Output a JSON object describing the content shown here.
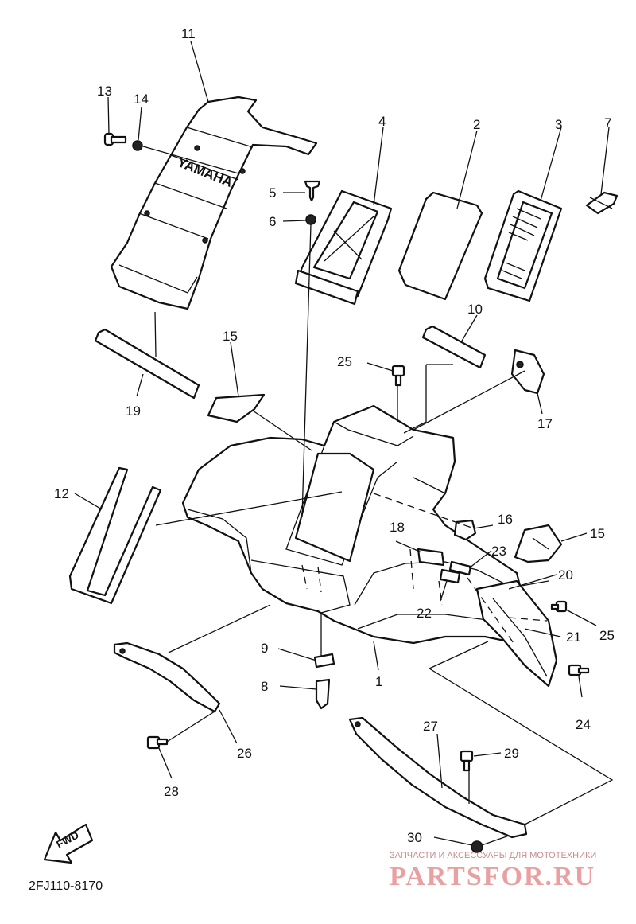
{
  "diagram_code": "2FJ110-8170",
  "fwd_label": "FWD",
  "watermark": {
    "tagline": "ЗАПЧАСТИ И АКСЕССУАРЫ ДЛЯ МОТОТЕХНИКИ",
    "site": "PARTSFOR.RU"
  },
  "brand_text": "YAMAHA",
  "callouts": [
    {
      "id": "1",
      "label": "1"
    },
    {
      "id": "2",
      "label": "2"
    },
    {
      "id": "3",
      "label": "3"
    },
    {
      "id": "4",
      "label": "4"
    },
    {
      "id": "5",
      "label": "5"
    },
    {
      "id": "6",
      "label": "6"
    },
    {
      "id": "7",
      "label": "7"
    },
    {
      "id": "8",
      "label": "8"
    },
    {
      "id": "9",
      "label": "9"
    },
    {
      "id": "10",
      "label": "10"
    },
    {
      "id": "11",
      "label": "11"
    },
    {
      "id": "12",
      "label": "12"
    },
    {
      "id": "13",
      "label": "13"
    },
    {
      "id": "14",
      "label": "14"
    },
    {
      "id": "15a",
      "label": "15"
    },
    {
      "id": "15b",
      "label": "15"
    },
    {
      "id": "16",
      "label": "16"
    },
    {
      "id": "17",
      "label": "17"
    },
    {
      "id": "18",
      "label": "18"
    },
    {
      "id": "19",
      "label": "19"
    },
    {
      "id": "20",
      "label": "20"
    },
    {
      "id": "21",
      "label": "21"
    },
    {
      "id": "22",
      "label": "22"
    },
    {
      "id": "23",
      "label": "23"
    },
    {
      "id": "24",
      "label": "24"
    },
    {
      "id": "25a",
      "label": "25"
    },
    {
      "id": "25b",
      "label": "25"
    },
    {
      "id": "26",
      "label": "26"
    },
    {
      "id": "27",
      "label": "27"
    },
    {
      "id": "28",
      "label": "28"
    },
    {
      "id": "29",
      "label": "29"
    },
    {
      "id": "30",
      "label": "30"
    }
  ]
}
